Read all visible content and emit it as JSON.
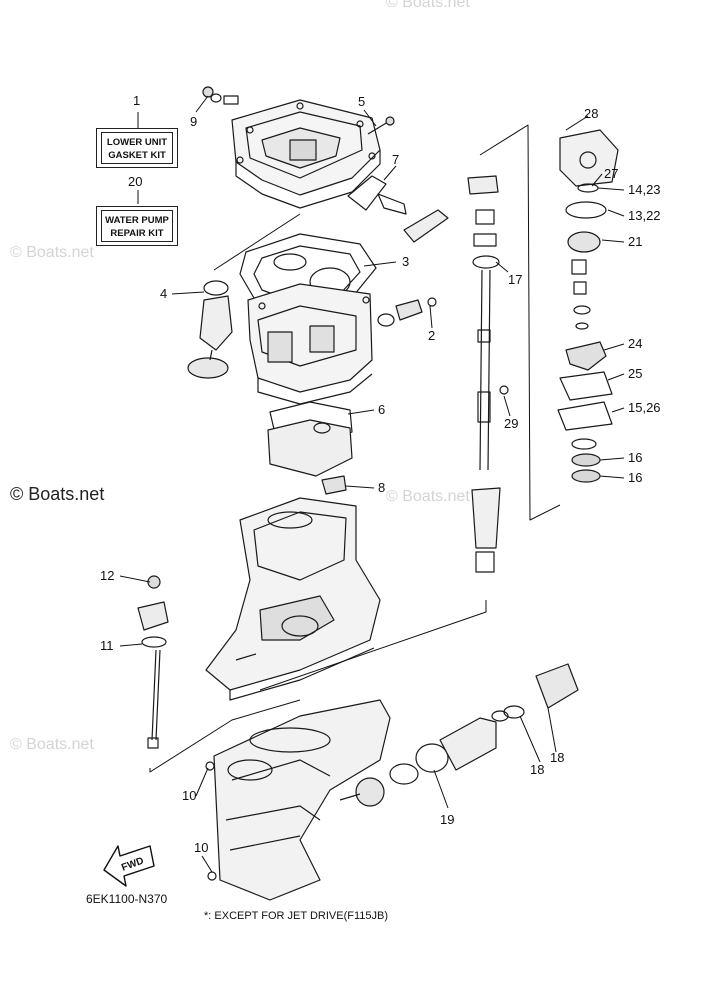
{
  "kits": [
    {
      "num": "1",
      "line1": "LOWER UNIT",
      "line2": "GASKET KIT"
    },
    {
      "num": "20",
      "line1": "WATER PUMP",
      "line2": "REPAIR KIT"
    }
  ],
  "watermarks": {
    "light": "© Boats.net",
    "dark": "© Boats.net"
  },
  "labels": {
    "l2": "2",
    "l3": "3",
    "l4": "4",
    "l5": "5",
    "l6": "6",
    "l7": "7",
    "l8": "8",
    "l9": "9",
    "l10a": "10",
    "l10b": "10",
    "l11": "11",
    "l12": "12",
    "l13_22": "13,22",
    "l14_23": "14,23",
    "l15_26": "15,26",
    "l16a": "16",
    "l16b": "16",
    "l17": "17",
    "l18a": "18",
    "l18b": "18",
    "l19": "19",
    "l21": "21",
    "l24": "24",
    "l25": "25",
    "l27": "27",
    "l28": "28",
    "l29": "29"
  },
  "fwd_label": "FWD",
  "diagram_code": "6EK1100-N370",
  "footnote": "*: EXCEPT FOR JET DRIVE(F115JB)"
}
